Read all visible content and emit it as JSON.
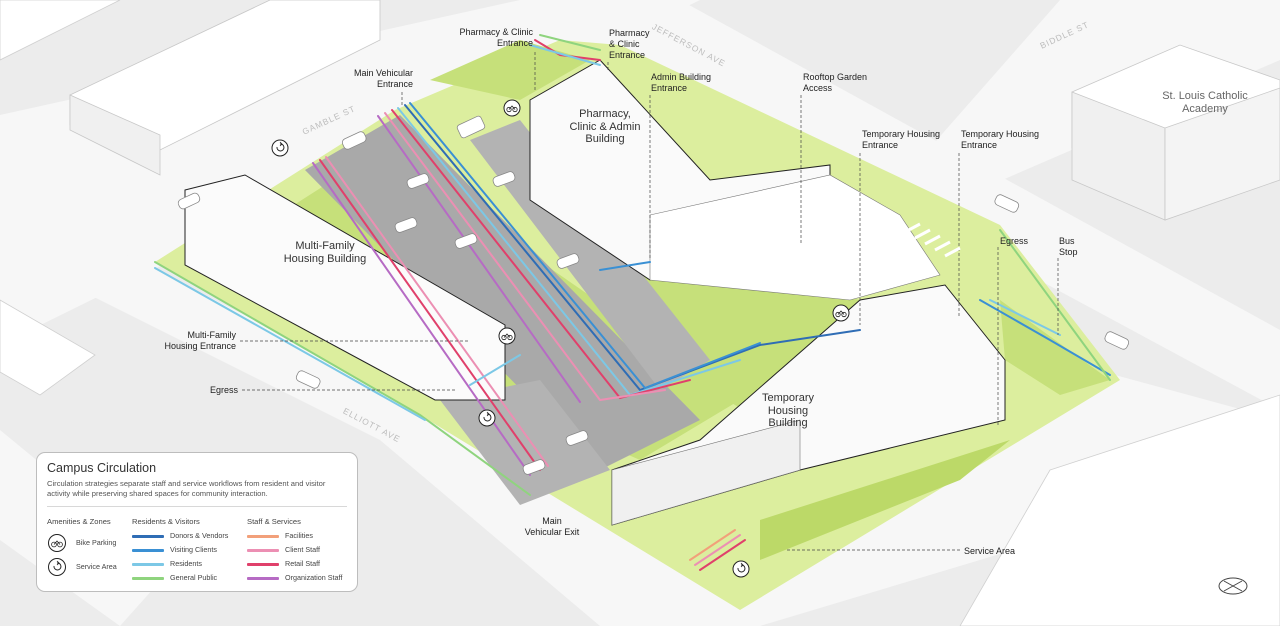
{
  "annotations": [
    {
      "id": "pharmacy-clinic-entrance-1",
      "text": "Pharmacy & Clinic\nEntrance"
    },
    {
      "id": "pharmacy-clinic-entrance-2",
      "text": "Pharmacy\n& Clinic\nEntrance"
    },
    {
      "id": "main-vehicular-entrance",
      "text": "Main Vehicular\nEntrance"
    },
    {
      "id": "admin-building-entrance",
      "text": "Admin Building\nEntrance"
    },
    {
      "id": "rooftop-garden-access",
      "text": "Rooftop Garden\nAccess"
    },
    {
      "id": "temporary-housing-entrance-1",
      "text": "Temporary Housing\nEntrance"
    },
    {
      "id": "temporary-housing-entrance-2",
      "text": "Temporary Housing\nEntrance"
    },
    {
      "id": "egress-east",
      "text": "Egress"
    },
    {
      "id": "bus-stop",
      "text": "Bus\nStop"
    },
    {
      "id": "multi-family-housing-entrance",
      "text": "Multi-Family\nHousing Entrance"
    },
    {
      "id": "egress-west",
      "text": "Egress"
    },
    {
      "id": "main-vehicular-exit",
      "text": "Main\nVehicular Exit"
    },
    {
      "id": "service-area",
      "text": "Service Area"
    }
  ],
  "buildings": [
    {
      "id": "pharmacy-clinic-admin-building",
      "text": "Pharmacy,\nClinic & Admin\nBuilding"
    },
    {
      "id": "multi-family-housing-building",
      "text": "Multi-Family\nHousing Building"
    },
    {
      "id": "temporary-housing-building",
      "text": "Temporary\nHousing\nBuilding"
    }
  ],
  "streets": {
    "gamble": "GAMBLE ST",
    "jefferson": "JEFFERSON AVE",
    "biddle": "BIDDLE ST",
    "elliott": "ELLIOTT AVE"
  },
  "school": "St. Louis Catholic\nAcademy",
  "legend": {
    "title": "Campus Circulation",
    "description": "Circulation strategies separate staff and service workflows from resident and visitor activity while preserving shared spaces for community interaction.",
    "amenities": {
      "heading": "Amenities & Zones",
      "items": [
        {
          "icon": "bike-icon",
          "label": "Bike Parking"
        },
        {
          "icon": "service-area-icon",
          "label": "Service Area"
        }
      ]
    },
    "residents": {
      "heading": "Residents & Visitors",
      "items": [
        {
          "label": "Donors & Vendors",
          "color": "#2f6db5"
        },
        {
          "label": "Visiting Clients",
          "color": "#3a90d4"
        },
        {
          "label": "Residents",
          "color": "#7cc8e6"
        },
        {
          "label": "General Public",
          "color": "#8fd47e"
        }
      ]
    },
    "staff": {
      "heading": "Staff & Services",
      "items": [
        {
          "label": "Facilities",
          "color": "#f2a07a"
        },
        {
          "label": "Client Staff",
          "color": "#ec8fb3"
        },
        {
          "label": "Retail Staff",
          "color": "#e0406b"
        },
        {
          "label": "Organization Staff",
          "color": "#b66bc4"
        }
      ]
    }
  },
  "colors": {
    "background": "#ececec",
    "street": "#f6f6f6",
    "green": "#c6e07a",
    "green_light": "#dcee9e",
    "parking": "#a8a8a8",
    "building": "#f8f8f8"
  }
}
